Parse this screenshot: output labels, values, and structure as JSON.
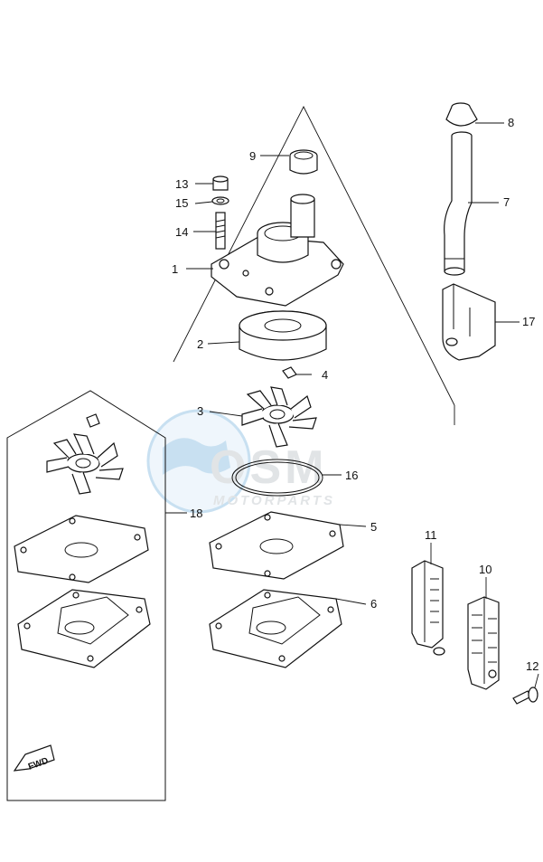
{
  "callouts": {
    "c1": "1",
    "c2": "2",
    "c3": "3",
    "c4": "4",
    "c5": "5",
    "c6": "6",
    "c7": "7",
    "c8": "8",
    "c9": "9",
    "c10": "10",
    "c11": "11",
    "c12": "12",
    "c13": "13",
    "c14": "14",
    "c15": "15",
    "c16": "16",
    "c17": "17",
    "c18": "18"
  },
  "watermark": {
    "brand": "OSM",
    "subtitle": "MOTORPARTS"
  },
  "direction_marker": {
    "label": "FWD"
  },
  "colors": {
    "line": "#111111",
    "watermark_blue": "#9cc8e6",
    "watermark_gray": "#c9ced3"
  }
}
